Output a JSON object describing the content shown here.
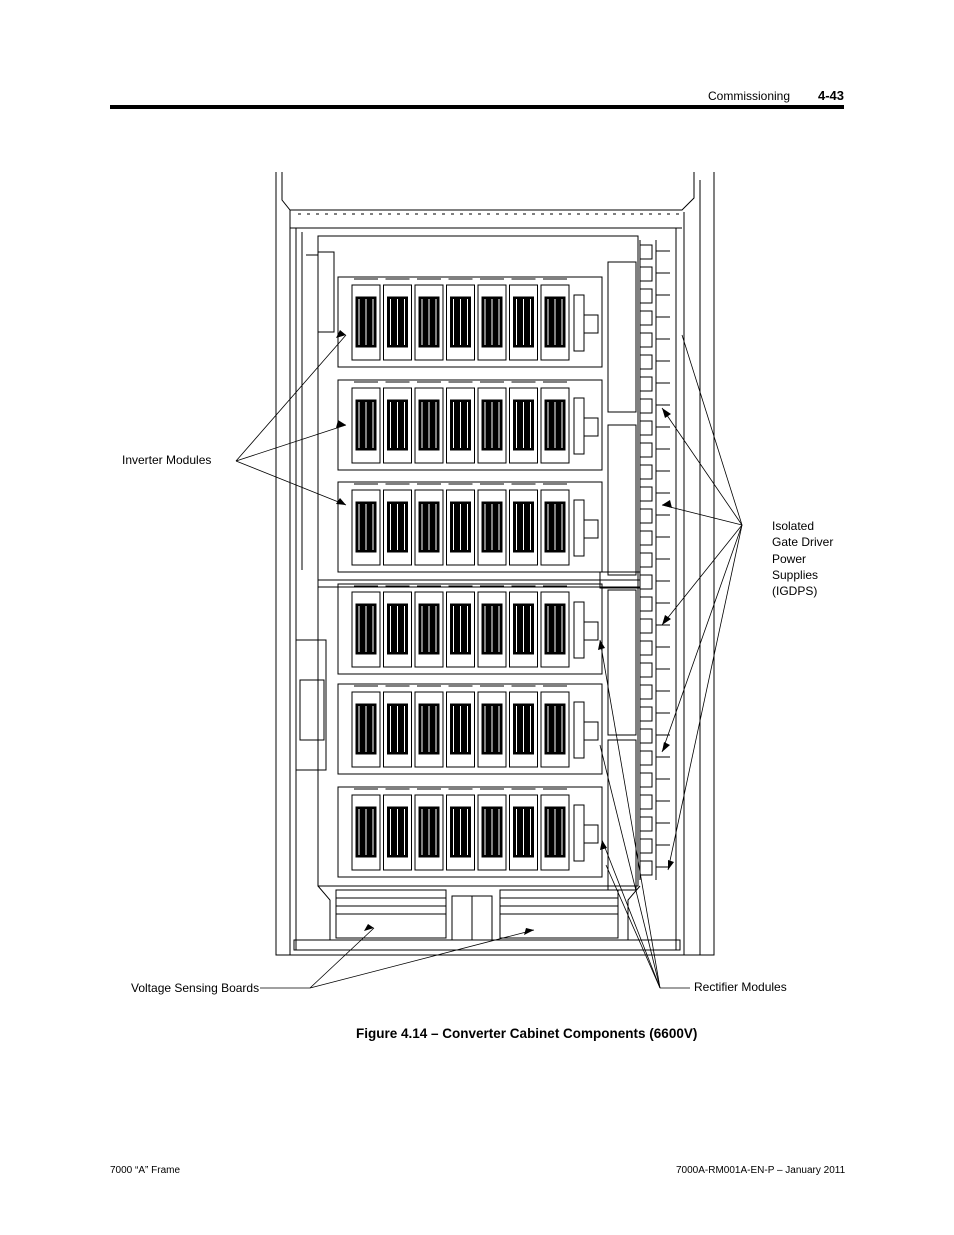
{
  "header": {
    "section": "Commissioning",
    "page_number": "4-43"
  },
  "figure": {
    "labels": {
      "inverter_modules": "Inverter Modules",
      "igdps": [
        "Isolated",
        "Gate Driver",
        "Power",
        "Supplies",
        "(IGDPS)"
      ],
      "voltage_sensing_boards": "Voltage Sensing Boards",
      "rectifier_modules": "Rectifier Modules"
    },
    "caption": "Figure 4.14 – Converter Cabinet Components (6600V)"
  },
  "footer": {
    "left": "7000 “A” Frame",
    "right": "7000A-RM001A-EN-P –  January 2011"
  }
}
